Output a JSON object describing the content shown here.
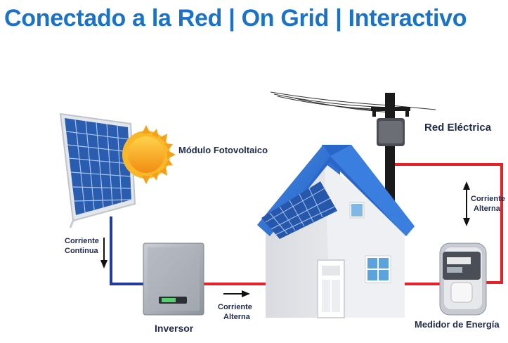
{
  "title": "Conectado a la Red | On Grid | Interactivo",
  "labels": {
    "pv_module": "Módulo Fotovoltaico",
    "grid": "Red Eléctrica",
    "inverter": "Inversor",
    "meter": "Medidor de Energía",
    "dc_current_line1": "Corriente",
    "dc_current_line2": "Continua",
    "ac_current_line1": "Corriente",
    "ac_current_line2": "Alterna",
    "ac_grid_line1": "Corriente",
    "ac_grid_line2": "Alterna"
  },
  "colors": {
    "title": "#1a73c8",
    "dc_wire": "#1f3c9e",
    "ac_wire": "#e8202a",
    "roof": "#2f6fd1",
    "panel": "#2a5db0",
    "sun": "#f7a21b"
  }
}
